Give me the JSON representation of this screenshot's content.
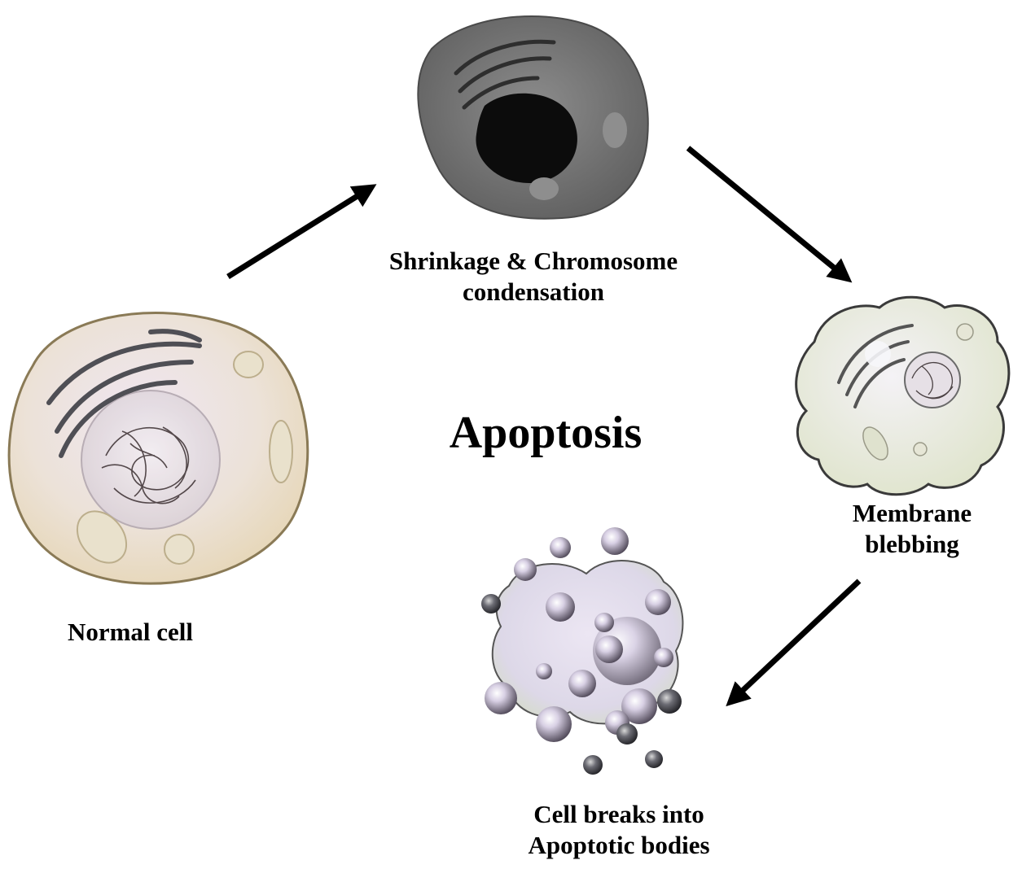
{
  "title": "Apoptosis",
  "stages": {
    "normal": {
      "lines": [
        "Normal cell"
      ]
    },
    "shrinkage": {
      "lines": [
        "Shrinkage & Chromosome",
        "condensation"
      ]
    },
    "blebbing": {
      "lines": [
        "Membrane",
        "blebbing"
      ]
    },
    "bodies": {
      "lines": [
        "Cell breaks into",
        "Apoptotic bodies"
      ]
    }
  },
  "colors": {
    "background": "#ffffff",
    "text": "#000000",
    "arrow": "#000000",
    "normal_cell_fill": "#ede3d0",
    "normal_cell_tint": "#e8e0ee",
    "shrunk_cell_fill": "#7a7a7a",
    "condensed_nucleus": "#0c0c0c",
    "blebbing_cell_fill": "#eef0e2",
    "apoptotic_body_fill": "#e6e0ef",
    "organelle_line": "#555555"
  }
}
